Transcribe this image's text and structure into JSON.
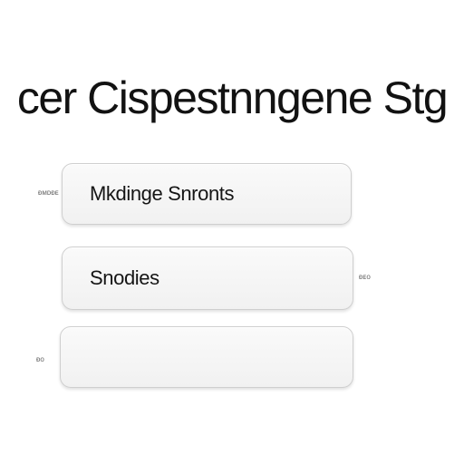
{
  "header": {
    "title": "cer Cispestnngene Stg"
  },
  "panels": [
    {
      "label": "Mkdinge Snronts",
      "marker": "ᴆᴍᴅᴆᴇ"
    },
    {
      "label": "Snodies",
      "marker": "ᴆᴇᴏ"
    },
    {
      "label": "",
      "marker": "ᴆᴏ"
    }
  ]
}
